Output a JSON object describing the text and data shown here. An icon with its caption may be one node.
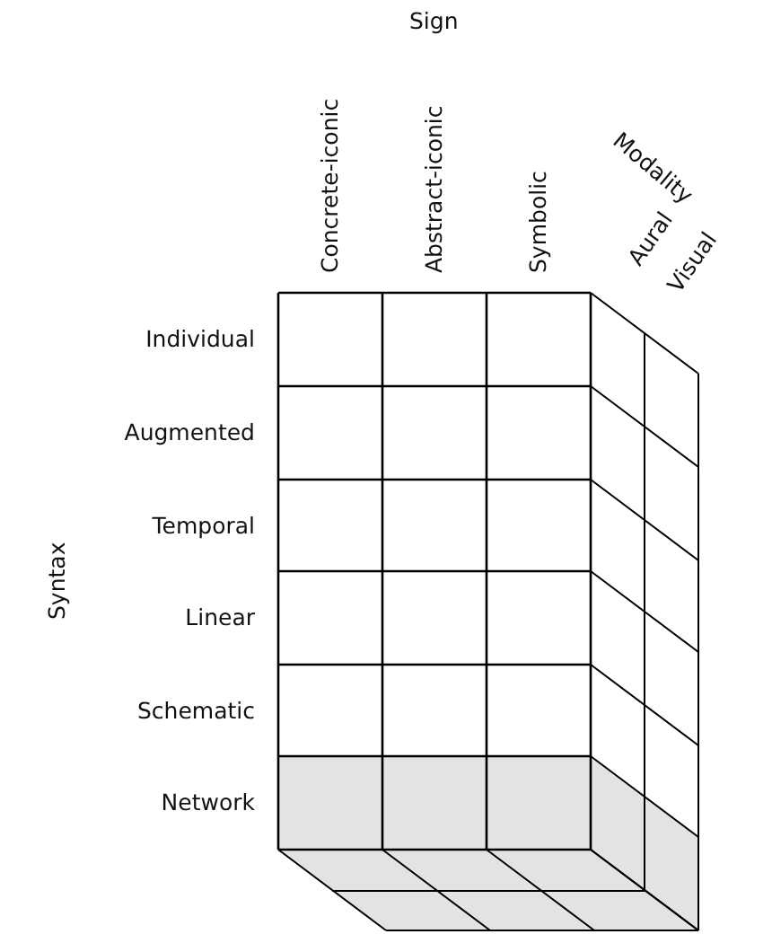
{
  "diagram": {
    "labels": [
      "Sign",
      "Concrete-iconic",
      "Abstract-iconic",
      "Symbolic",
      "Modality",
      "Aural",
      "Visual",
      "Individual",
      "Augmented",
      "Temporal",
      "Linear",
      "Schematic",
      "Network",
      "Syntax"
    ]
  }
}
